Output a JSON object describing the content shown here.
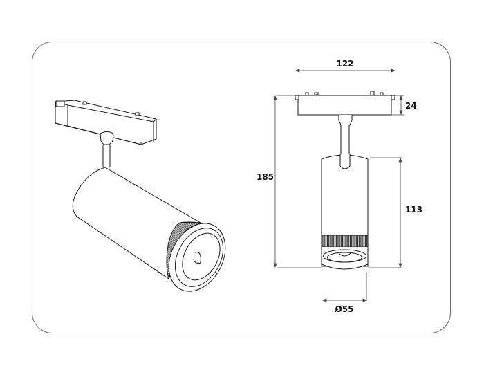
{
  "diagram": {
    "subject": "Track spotlight technical drawing",
    "views": [
      "perspective-view",
      "front-view"
    ],
    "dimensions": {
      "width": "122",
      "adapter_height": "24",
      "total_height": "185",
      "body_height": "113",
      "diameter": "Ø55"
    },
    "unit_note": "",
    "colors": {
      "line": "#1a1a1a",
      "frame": "#6a6a6a",
      "dimension_line": "#444444",
      "knurl": "#555555"
    }
  }
}
